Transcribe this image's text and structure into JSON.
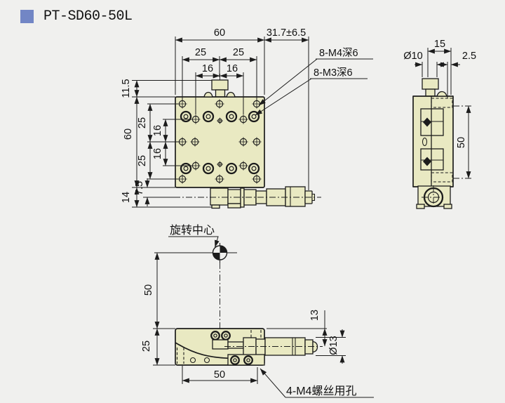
{
  "title": {
    "text": "PT-SD60-50L"
  },
  "colors": {
    "background": "#f0f0ee",
    "part_fill": "#e9e9c2",
    "line": "#1c1c1c",
    "accent_square": "#7286c5"
  },
  "top_view": {
    "dim_total_width": "60",
    "dim_micrometer_travel": "31.7±6.5",
    "dim_hole_left": "25",
    "dim_hole_right": "25",
    "dim_inner_left": "16",
    "dim_inner_right": "16",
    "label_m4_holes": "8-M4深6",
    "label_m3_holes": "8-M3深6",
    "dim_knob_height": "11.5",
    "dim_total_height": "60",
    "dim_row_top": "25",
    "dim_row_inner_top": "16",
    "dim_row_inner_bottom": "16",
    "dim_row_bottom": "25",
    "dim_base_offset": "7.5",
    "dim_base_height": "14"
  },
  "side_view": {
    "dim_top_width": "15",
    "dim_knob_diameter": "Ø10",
    "dim_edge_offset": "2.5",
    "dim_height": "50"
  },
  "front_view": {
    "label_rotation_center": "旋转中心",
    "dim_center_height": "50",
    "dim_stage_height": "25",
    "dim_axis_offset": "13",
    "dim_micrometer_diameter": "Ø13",
    "dim_hole_span": "50",
    "label_screw_holes": "4-M4螺丝用孔"
  }
}
